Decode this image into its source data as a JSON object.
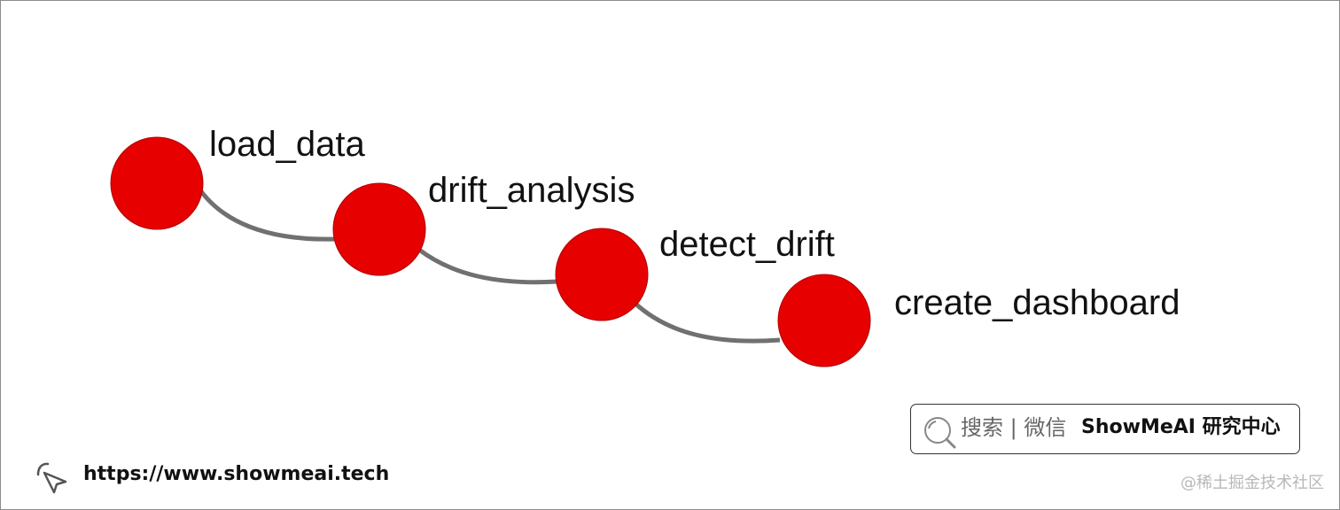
{
  "diagram": {
    "nodes": [
      {
        "id": "n1",
        "label": "load_data"
      },
      {
        "id": "n2",
        "label": "drift_analysis"
      },
      {
        "id": "n3",
        "label": "detect_drift"
      },
      {
        "id": "n4",
        "label": "create_dashboard"
      }
    ],
    "edges": [
      {
        "from": "load_data",
        "to": "drift_analysis"
      },
      {
        "from": "drift_analysis",
        "to": "detect_drift"
      },
      {
        "from": "detect_drift",
        "to": "create_dashboard"
      }
    ],
    "node_color": "#e60000",
    "edge_color": "#707070"
  },
  "search_banner": {
    "prefix": "搜索 | 微信",
    "brand": "ShowMeAI 研究中心",
    "icon": "search-icon"
  },
  "footer": {
    "url": "https://www.showmeai.tech",
    "icon": "cursor-icon",
    "watermark": "@稀土掘金技术社区"
  }
}
